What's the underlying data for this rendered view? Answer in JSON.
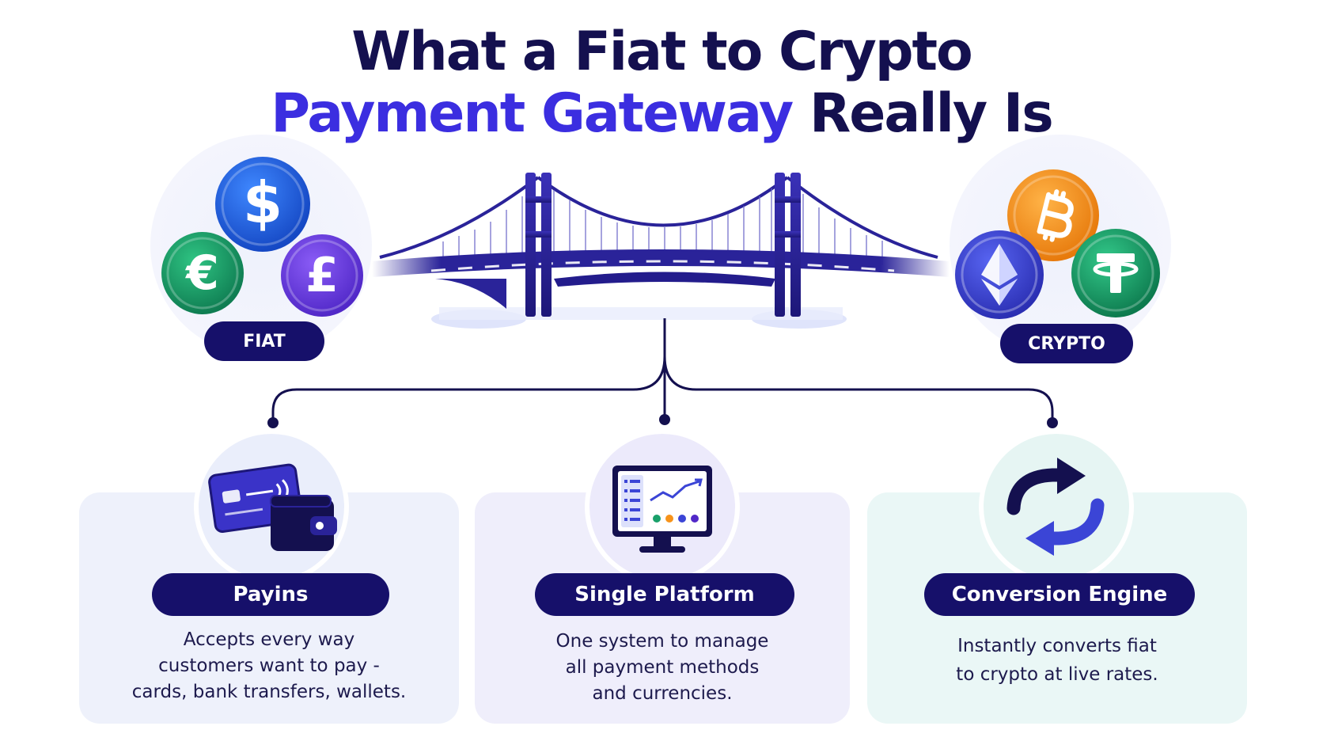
{
  "title": {
    "line1": "What a Fiat to Crypto",
    "line2_accent": "Payment Gateway",
    "line2_rest": "Really Is"
  },
  "fiat": {
    "label": "FIAT",
    "symbols": {
      "dollar": "$",
      "euro": "€",
      "pound": "£"
    },
    "colors": {
      "dollar": "#1f67e6",
      "euro": "#1aa06a",
      "pound": "#6a3de0"
    }
  },
  "crypto": {
    "label": "CRYPTO",
    "icons": [
      "bitcoin-icon",
      "ethereum-icon",
      "tether-icon"
    ],
    "colors": {
      "bitcoin": "#f7931a",
      "ethereum": "#3b45d6",
      "tether": "#1aa06a"
    }
  },
  "bridge": {
    "icon": "bridge-icon",
    "color": "#2a2399"
  },
  "features": [
    {
      "icon": "card-wallet-icon",
      "title": "Payins",
      "lines": [
        "Accepts every way",
        "customers want to pay -",
        "cards, bank transfers, wallets."
      ]
    },
    {
      "icon": "monitor-dashboard-icon",
      "title": "Single Platform",
      "lines": [
        "One system to manage",
        "all payment methods",
        "and currencies."
      ]
    },
    {
      "icon": "refresh-arrows-icon",
      "title": "Conversion Engine",
      "lines": [
        "Instantly converts fiat",
        "to crypto at live rates."
      ]
    }
  ],
  "colors": {
    "navy": "#14104f",
    "accent": "#3b2ee0",
    "pill": "#16106a"
  }
}
